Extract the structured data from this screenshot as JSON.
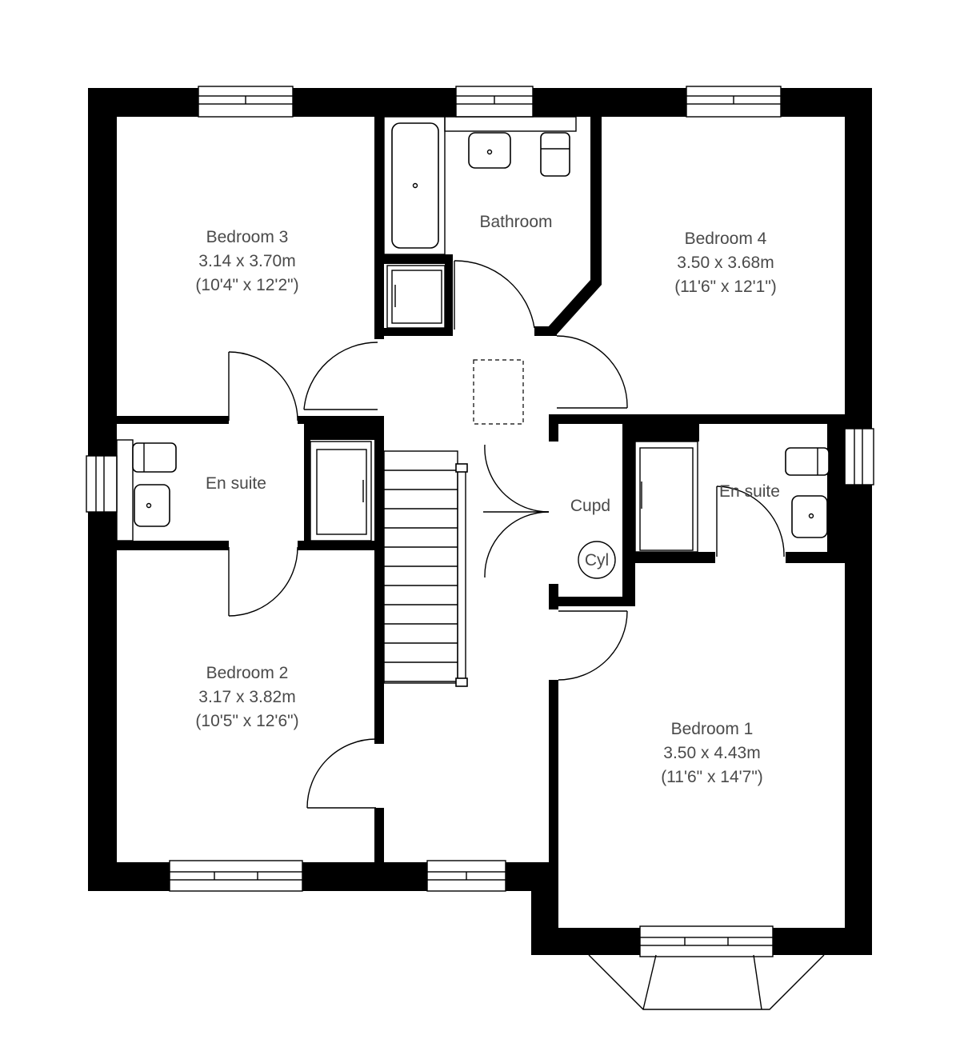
{
  "rooms": {
    "bedroom3": {
      "name": "Bedroom 3",
      "metric": "3.14 x 3.70m",
      "imperial": "(10'4\" x 12'2\")"
    },
    "bedroom4": {
      "name": "Bedroom 4",
      "metric": "3.50 x 3.68m",
      "imperial": "(11'6\" x 12'1\")"
    },
    "bedroom2": {
      "name": "Bedroom 2",
      "metric": "3.17 x 3.82m",
      "imperial": "(10'5\" x 12'6\")"
    },
    "bedroom1": {
      "name": "Bedroom 1",
      "metric": "3.50 x 4.43m",
      "imperial": "(11'6\" x 14'7\")"
    },
    "bathroom": {
      "name": "Bathroom"
    },
    "ensuite_left": {
      "name": "En suite"
    },
    "ensuite_right": {
      "name": "En suite"
    },
    "cupboard": {
      "name": "Cupd"
    },
    "cylinder": {
      "name": "Cyl"
    }
  },
  "colors": {
    "walls": "#000000",
    "text": "#4a4a4a",
    "background": "#ffffff"
  }
}
